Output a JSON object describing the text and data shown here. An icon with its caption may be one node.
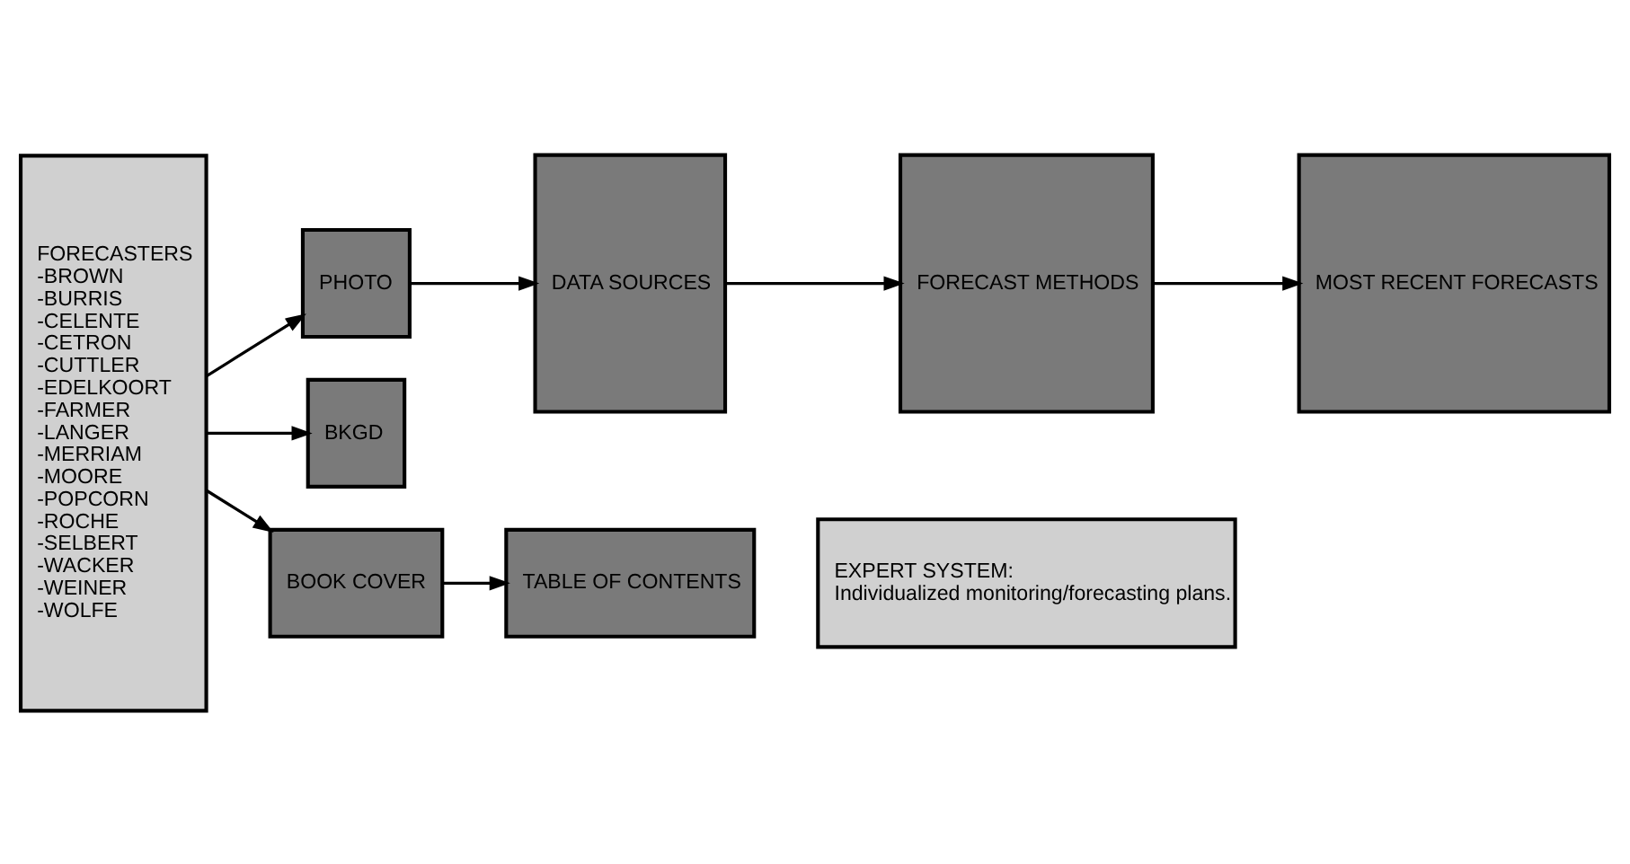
{
  "diagram": {
    "nodes": [
      {
        "text": [
          "FORECASTERS",
          "-BROWN",
          "-BURRIS",
          "-CELENTE",
          "-CETRON",
          "-CUTTLER",
          "-EDELKOORT",
          "-FARMER",
          "-LANGER",
          "-MERRIAM",
          "-MOORE",
          "-POPCORN",
          "-ROCHE",
          "-SELBERT",
          "-WACKER",
          "-WEINER",
          "-WOLFE"
        ]
      },
      {
        "text": [
          "PHOTO"
        ]
      },
      {
        "text": [
          "BKGD"
        ]
      },
      {
        "text": [
          "DATA SOURCES"
        ]
      },
      {
        "text": [
          "FORECAST METHODS"
        ]
      },
      {
        "text": [
          "MOST RECENT FORECASTS"
        ]
      },
      {
        "text": [
          "BOOK COVER"
        ]
      },
      {
        "text": [
          "TABLE OF CONTENTS"
        ]
      },
      {
        "text": [
          "EXPERT SYSTEM:",
          "Individualized monitoring/forecasting plans."
        ]
      }
    ],
    "edges": [
      {
        "from": 0,
        "to": 1,
        "arrow": "to"
      },
      {
        "from": 1,
        "to": 3,
        "arrow": "to"
      },
      {
        "from": 0,
        "to": 2,
        "arrow": "to"
      },
      {
        "from": 3,
        "to": 4,
        "arrow": "to"
      },
      {
        "from": 4,
        "to": 5,
        "arrow": "to"
      },
      {
        "from": 0,
        "to": 6,
        "arrow": "to"
      },
      {
        "from": 6,
        "to": 7,
        "arrow": "to"
      }
    ]
  }
}
